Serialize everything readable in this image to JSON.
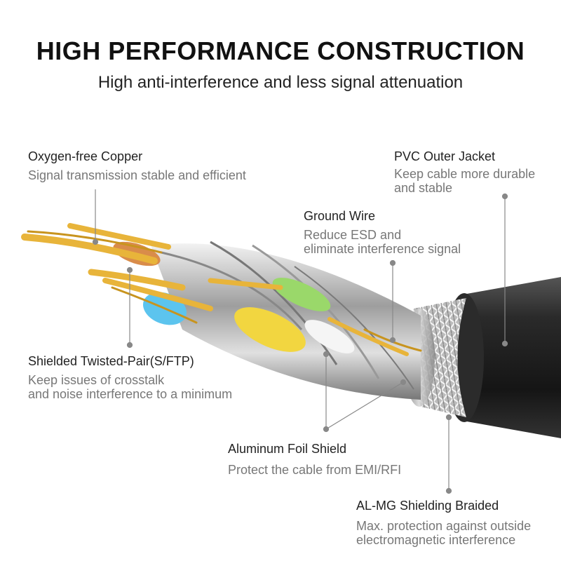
{
  "title": "HIGH PERFORMANCE CONSTRUCTION",
  "subtitle": "High anti-interference and less signal attenuation",
  "callouts": {
    "copper": {
      "label": "Oxygen-free Copper",
      "desc": [
        "Signal transmission stable and efficient"
      ]
    },
    "jacket": {
      "label": "PVC Outer Jacket",
      "desc": [
        "Keep cable more durable",
        "and stable"
      ]
    },
    "ground": {
      "label": "Ground Wire",
      "desc": [
        "Reduce ESD and",
        "eliminate interference signal"
      ]
    },
    "twisted": {
      "label": "Shielded Twisted-Pair(S/FTP)",
      "desc": [
        "Keep issues of crosstalk",
        "and noise interference to a minimum"
      ]
    },
    "foil": {
      "label": "Aluminum Foil Shield",
      "desc": [
        "Protect the cable from EMI/RFI"
      ]
    },
    "braid": {
      "label": "AL-MG Shielding Braided",
      "desc": [
        "Max. protection against outside",
        "electromagnetic interference"
      ]
    }
  },
  "colors": {
    "copper": "#e8b43a",
    "jacket": "#1c1c1c",
    "foil": "#c9c9c9",
    "pair_orange": "#d98c4a",
    "pair_blue": "#5cc4ee",
    "pair_green": "#9ad86a",
    "pair_yellow": "#f2d640"
  }
}
